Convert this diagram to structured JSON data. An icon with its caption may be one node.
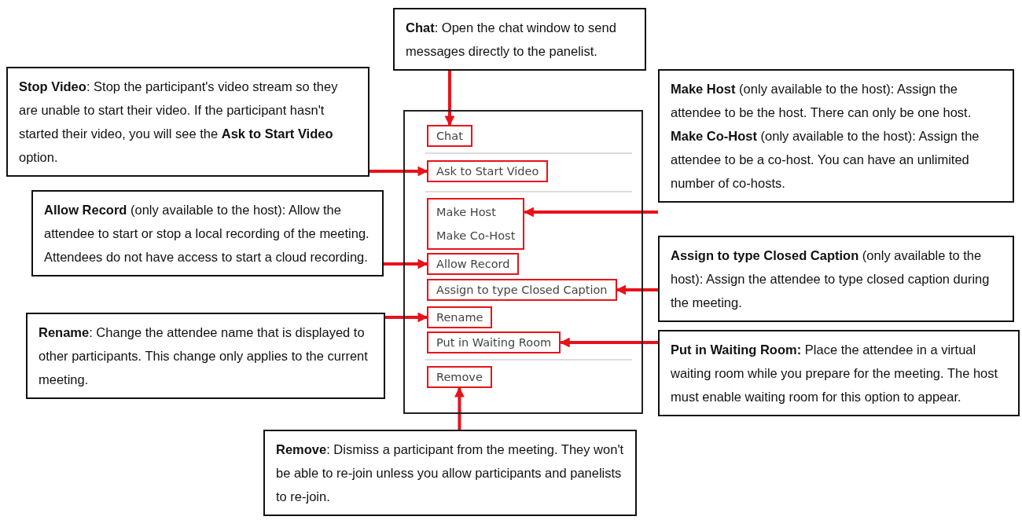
{
  "diagram": {
    "nodes": [
      {
        "text": [
          "**Chat**: Open the chat window to send messages directly to the panelist."
        ]
      },
      {
        "text": [
          "**Stop Video**: Stop the participant's video stream so they are unable to start their video. If the participant hasn't started their video, you will see the **Ask to Start Video** option."
        ]
      },
      {
        "text": [
          "**Make Host** (only available to the host): Assign the attendee to be the host. There can only be one host.",
          "**Make Co-Host** (only available to the host): Assign the attendee to be a co-host. You can have an unlimited number of co-hosts."
        ]
      },
      {
        "text": [
          "**Allow Record** (only available to the host): Allow the attendee to start or stop a local recording of the meeting. Attendees do not have access to start a cloud recording."
        ]
      },
      {
        "text": [
          "**Assign to type Closed Caption** (only available to the host): Assign the attendee to type closed caption during the meeting."
        ]
      },
      {
        "text": [
          "**Rename**: Change the attendee name that is displayed to other participants. This change only applies to the current meeting."
        ]
      },
      {
        "text": [
          "**Put in Waiting Room:** Place the attendee in a virtual waiting room while you prepare for the meeting. The host must enable waiting room for this option to appear."
        ]
      },
      {
        "text": [
          "**Remove**: Dismiss a participant from the meeting. They won't be able to re-join unless you allow participants and panelists to re-join."
        ]
      },
      {
        "text": [],
        "shape": "box"
      },
      {
        "text": [
          "Chat"
        ],
        "in": 8
      },
      {
        "text": [
          "Ask to Start Video"
        ],
        "in": 8
      },
      {
        "text": [
          "Make Host",
          "Make Co-Host"
        ],
        "in": 8
      },
      {
        "text": [
          "Allow Record"
        ],
        "in": 8
      },
      {
        "text": [
          "Assign to type Closed Caption"
        ],
        "in": 8
      },
      {
        "text": [
          "Rename"
        ],
        "in": 8
      },
      {
        "text": [
          "Put in Waiting Room"
        ],
        "in": 8
      },
      {
        "text": [
          "Remove"
        ],
        "in": 8
      }
    ],
    "edges": [
      {
        "from": 0,
        "to": 9,
        "arrow": "to"
      },
      {
        "from": 1,
        "to": 10,
        "arrow": "to"
      },
      {
        "from": 2,
        "to": 11,
        "arrow": "to"
      },
      {
        "from": 3,
        "to": 12,
        "arrow": "to"
      },
      {
        "from": 4,
        "to": 13,
        "arrow": "to"
      },
      {
        "from": 5,
        "to": 14,
        "arrow": "to"
      },
      {
        "from": 6,
        "to": 15,
        "arrow": "to"
      },
      {
        "from": 7,
        "to": 16,
        "arrow": "to"
      }
    ]
  }
}
